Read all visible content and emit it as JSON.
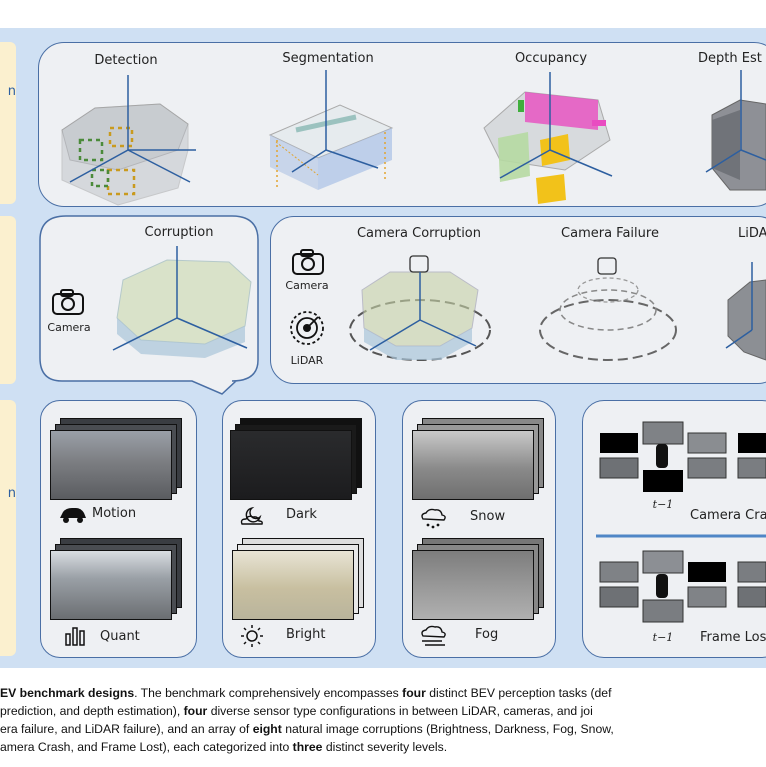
{
  "colors": {
    "panel_bg": "#cfe0f3",
    "tab_bg": "#fbf0cf",
    "box_border": "#4a6fa5",
    "accent_axis": "#2d5fa0"
  },
  "left_tabs": [
    "n",
    "n"
  ],
  "tasks": {
    "detection": "Detection",
    "segmentation": "Segmentation",
    "occupancy": "Occupancy",
    "depth": "Depth Est"
  },
  "sensors": {
    "corruption_title": "Corruption",
    "camera_label": "Camera",
    "camera_corruption": "Camera Corruption",
    "camera_failure": "Camera Failure",
    "lidar_trunc": "LiDA",
    "camera_icon_label": "Camera",
    "lidar_icon_label": "LiDAR"
  },
  "corruptions": {
    "motion": "Motion",
    "quant": "Quant",
    "dark": "Dark",
    "bright": "Bright",
    "snow": "Snow",
    "fog": "Fog",
    "camera_crash": "Camera Cra",
    "frame_lost": "Frame Los",
    "t_minus_1_a": "t−1",
    "t_minus_1_b": "t−1"
  },
  "caption": {
    "l1_a": "EV benchmark designs",
    "l1_b": ". The benchmark comprehensively encompasses ",
    "l1_c": "four",
    "l1_d": " distinct BEV perception tasks (def",
    "l2_a": " prediction, and depth estimation), ",
    "l2_b": "four",
    "l2_c": " diverse sensor type configurations in between LiDAR, cameras, and joi",
    "l3_a": "era failure, and LiDAR failure), and an array of ",
    "l3_b": "eight",
    "l3_c": " natural image corruptions (Brightness, Darkness, Fog, Snow,",
    "l4_a": "amera Crash, and Frame Lost), each categorized into ",
    "l4_b": "three",
    "l4_c": " distinct severity levels."
  }
}
